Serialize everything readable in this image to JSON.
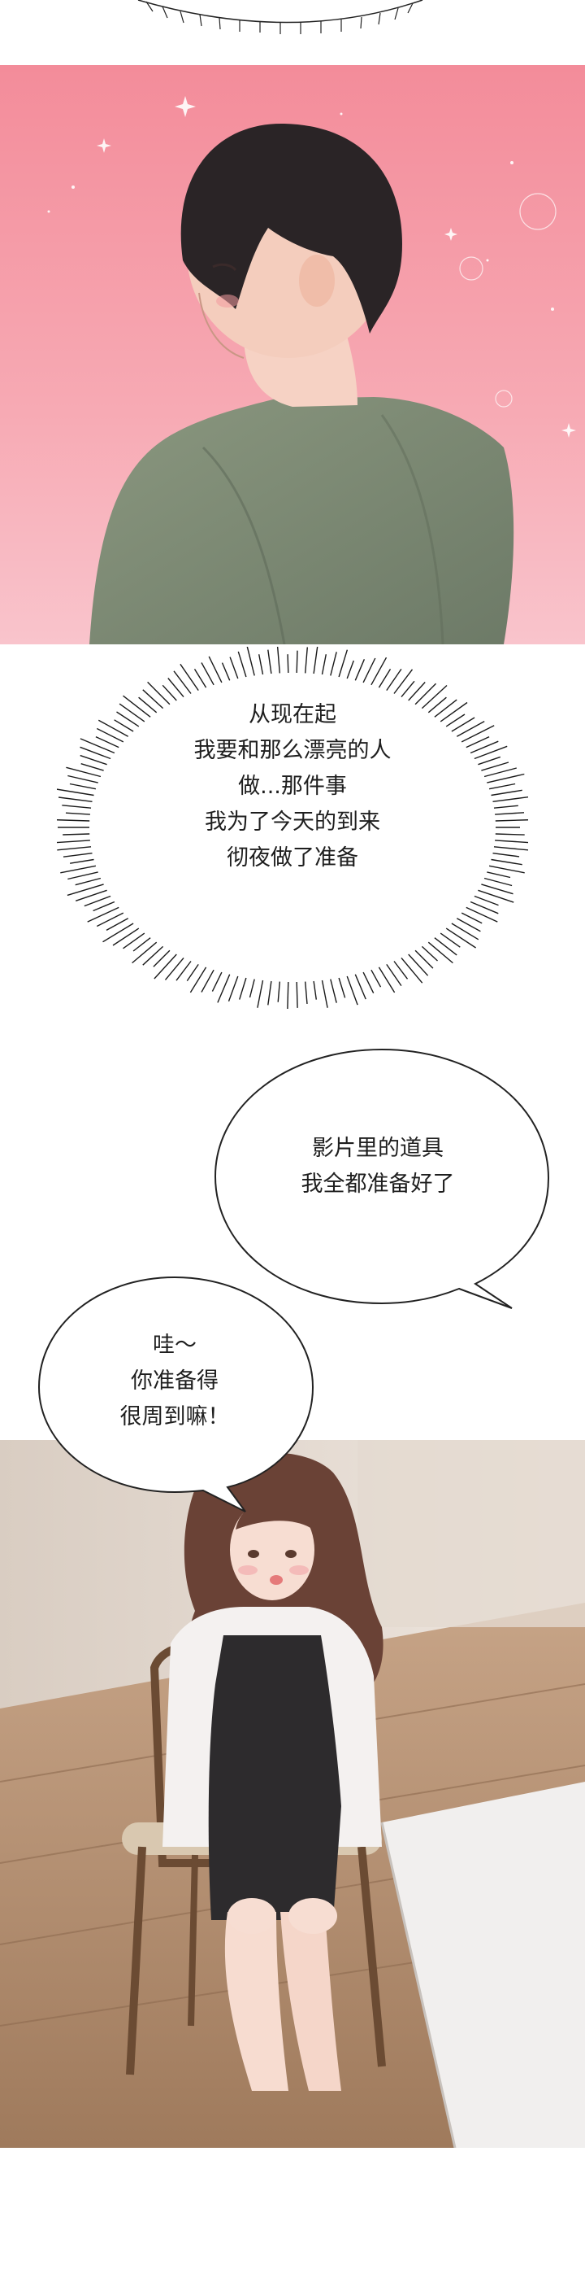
{
  "bubbles": {
    "thought": {
      "lines": [
        "从现在起",
        "我要和那么漂亮的人",
        "做...那件事",
        "我为了今天的到来",
        "彻夜做了准备"
      ]
    },
    "props": {
      "lines": [
        "影片里的道具",
        "我全都准备好了"
      ]
    },
    "wow": {
      "lines": [
        "哇～",
        "你准备得",
        "很周到嘛！"
      ]
    }
  },
  "colors": {
    "panel1_bg_top": "#f38c9a",
    "panel1_bg_bottom": "#f9c4cc",
    "shirt": "#7d8a76",
    "hair": "#2a2426",
    "floor": "#b79476",
    "wall": "#e6dcd4"
  }
}
